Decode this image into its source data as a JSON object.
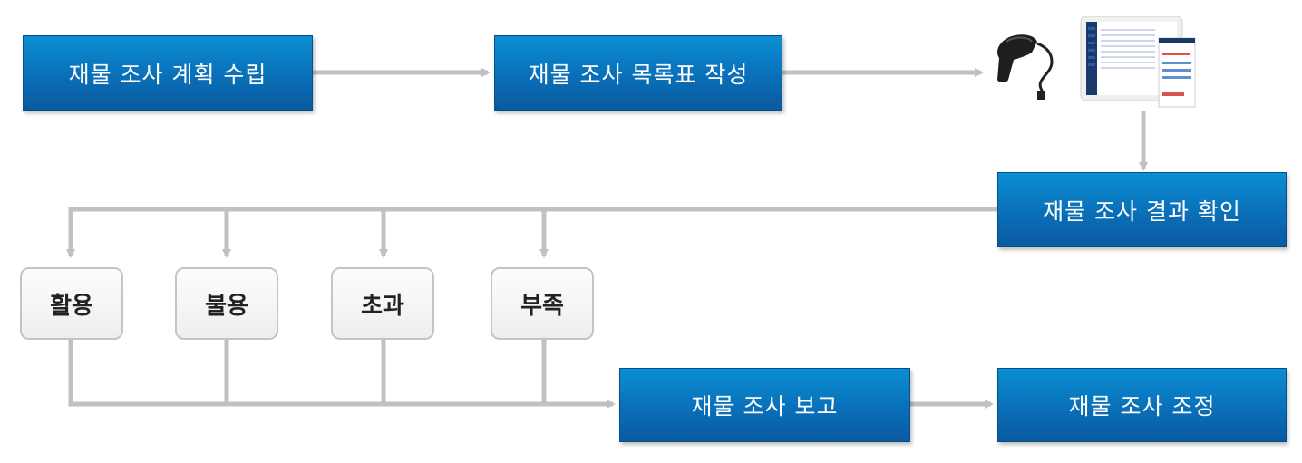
{
  "diagram": {
    "colors": {
      "box_fill": "#0a6fb8",
      "box_border": "#084d86",
      "box_text": "#ffffff",
      "category_fill": "#f2f2f2",
      "category_border": "#c4c4c4",
      "connector": "#c0c0c0"
    },
    "steps": {
      "plan": "재물 조사 계획 수립",
      "list": "재물 조사 목록표 작성",
      "result": "재물 조사 결과 확인",
      "report": "재물 조사 보고",
      "adjust": "재물 조사 조정"
    },
    "categories": [
      "활용",
      "불용",
      "초과",
      "부족"
    ],
    "device_image": {
      "icons": [
        "barcode-scanner-icon",
        "tablet-icon"
      ]
    }
  }
}
